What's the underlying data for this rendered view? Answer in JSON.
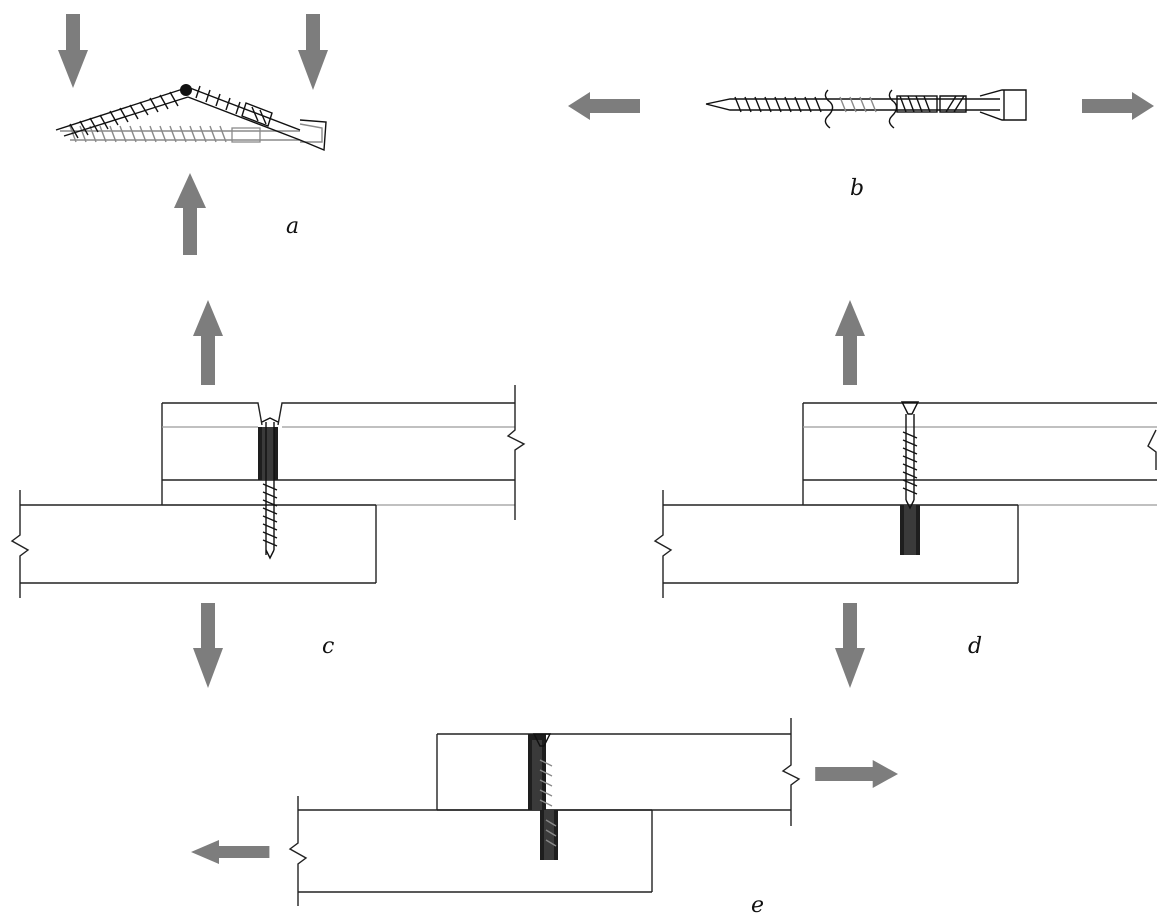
{
  "labels": {
    "a": "a",
    "b": "b",
    "c": "c",
    "d": "d",
    "e": "e"
  },
  "colors": {
    "arrow": "#7d7d7d",
    "outline": "#222222",
    "screw_dark": "#111111",
    "screw_light": "#8a8a8a"
  },
  "icons": [
    "gray-block-arrow",
    "wood-screw",
    "break-line"
  ]
}
